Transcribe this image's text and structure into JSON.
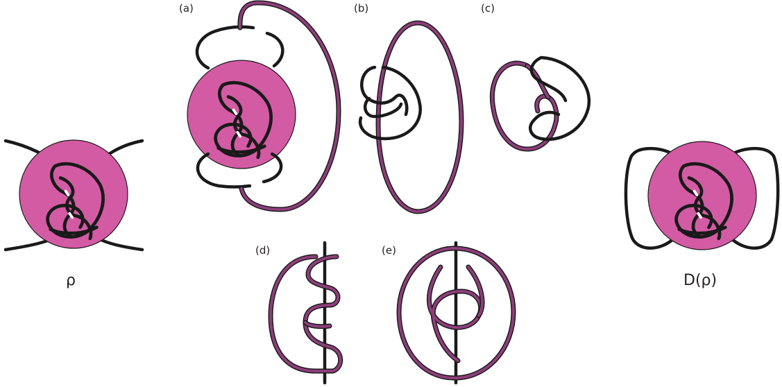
{
  "labels": {
    "rho": "ρ",
    "d_rho": "D(ρ)",
    "a": "(a)",
    "b": "(b)",
    "c": "(c)",
    "d": "(d)",
    "e": "(e)"
  },
  "colors": {
    "disk_fill": "#d35ba3",
    "purple_strand": "#8e3e7b",
    "black_strand": "#1a1a1a",
    "background": "#ffffff"
  }
}
